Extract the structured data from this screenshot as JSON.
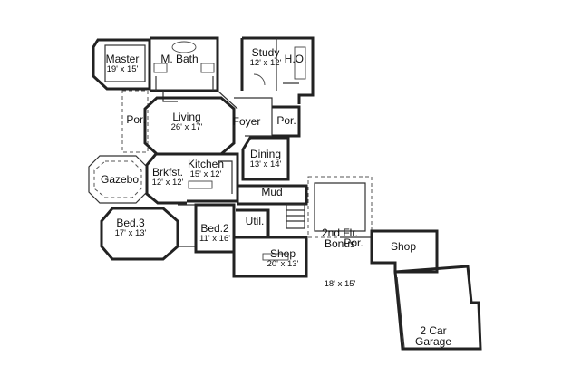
{
  "rooms": {
    "master": {
      "name": "Master",
      "dims": "19' x 15'"
    },
    "mbath": {
      "name": "M. Bath",
      "dims": ""
    },
    "study": {
      "name": "Study",
      "dims": "12' x 12'"
    },
    "ho": {
      "name": "H.O.",
      "dims": ""
    },
    "por1": {
      "name": "Por.",
      "dims": ""
    },
    "living": {
      "name": "Living",
      "dims": "26' x 17'"
    },
    "foyer": {
      "name": "Foyer",
      "dims": ""
    },
    "por2": {
      "name": "Por.",
      "dims": ""
    },
    "dining": {
      "name": "Dining",
      "dims": "13' x 14'"
    },
    "kitchen": {
      "name": "Kitchen",
      "dims": "15' x 12'"
    },
    "brkfst": {
      "name": "Brkfst.",
      "dims": "12' x 12'"
    },
    "gazebo": {
      "name": "Gazebo",
      "dims": ""
    },
    "mud": {
      "name": "Mud",
      "dims": ""
    },
    "bonus": {
      "name": "2nd Flr.\nBonus",
      "dims": "18' x 15'"
    },
    "bed3": {
      "name": "Bed.3",
      "dims": "17' x 13'"
    },
    "bed2": {
      "name": "Bed.2",
      "dims": "11' x 16'"
    },
    "util": {
      "name": "Util.",
      "dims": ""
    },
    "por3": {
      "name": "Por.",
      "dims": ""
    },
    "shop1": {
      "name": "Shop",
      "dims": ""
    },
    "shop2": {
      "name": "Shop",
      "dims": "20' x 13'"
    },
    "garage": {
      "name": "2 Car\nGarage",
      "dims": ""
    }
  }
}
